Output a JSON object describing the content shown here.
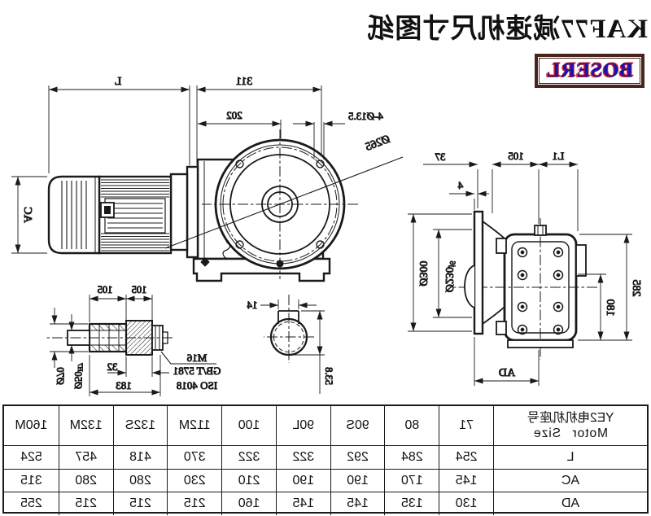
{
  "title": "KAF77减速机尺寸图纸",
  "logo": "BOSERL",
  "colors": {
    "line": "#1a1a1a",
    "logo_border": "#47251c",
    "logo_text": "#1414b4",
    "logo_outline": "#d02020",
    "background": "#ffffff"
  },
  "dims": {
    "L": "L",
    "d311": "311",
    "d202": "202",
    "holes": "4-Ø13.5",
    "bolt_circle": "Ø265",
    "AC": "AC",
    "d37": "37",
    "d105": "105",
    "L1": "L1",
    "d4": "4",
    "flange_od": "Ø300",
    "spigot": "Ø230",
    "spigot_fit": "j6",
    "d285": "285",
    "d180": "180",
    "AD": "AD",
    "s105a": "105",
    "s105b": "105",
    "d32": "32",
    "d183": "183",
    "hub_od": "Ø70",
    "bore": "Ø50",
    "bore_fit": "H7",
    "bolt": "M16",
    "std1": "GB/T 5781",
    "std2": "ISO 4018",
    "key_w": "14",
    "key_d": "53.8"
  },
  "table": {
    "header": {
      "title_cn": "YE2电机机座号",
      "title_en": "Motor Size"
    },
    "sizes": [
      "71",
      "80",
      "90S",
      "90L",
      "100",
      "112M",
      "132S",
      "132M",
      "160M"
    ],
    "rows": [
      {
        "label": "L",
        "values": [
          "254",
          "284",
          "292",
          "322",
          "322",
          "370",
          "418",
          "457",
          "524"
        ]
      },
      {
        "label": "AC",
        "values": [
          "145",
          "170",
          "190",
          "190",
          "210",
          "230",
          "280",
          "280",
          "315"
        ]
      },
      {
        "label": "AD",
        "values": [
          "130",
          "135",
          "145",
          "145",
          "160",
          "215",
          "215",
          "215",
          "255"
        ]
      }
    ]
  }
}
